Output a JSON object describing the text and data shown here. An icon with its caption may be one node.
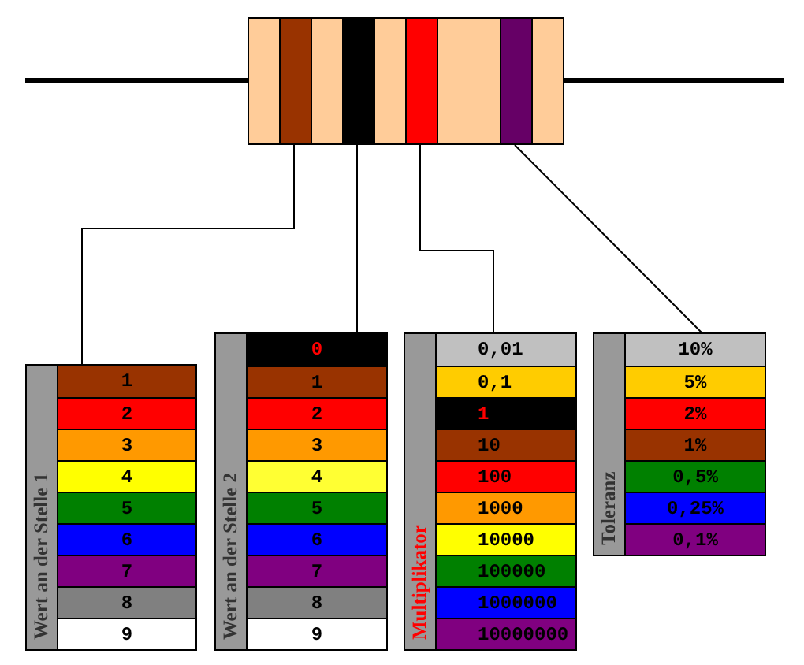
{
  "diagram": {
    "nodes": [
      {
        "text": [],
        "shape": "box"
      },
      {
        "text": [],
        "shape": "bar",
        "in": 0
      },
      {
        "text": [],
        "shape": "bar",
        "in": 0
      },
      {
        "text": [],
        "shape": "bar",
        "in": 0
      },
      {
        "text": [],
        "shape": "bar",
        "in": 0
      },
      {
        "text": [
          "Wert an der Stelle 1"
        ]
      },
      {
        "text": [
          "1"
        ],
        "in": 5
      },
      {
        "text": [
          "2"
        ],
        "in": 5
      },
      {
        "text": [
          "3"
        ],
        "in": 5
      },
      {
        "text": [
          "4"
        ],
        "in": 5
      },
      {
        "text": [
          "5"
        ],
        "in": 5
      },
      {
        "text": [
          "6"
        ],
        "in": 5
      },
      {
        "text": [
          "7"
        ],
        "in": 5
      },
      {
        "text": [
          "8"
        ],
        "in": 5
      },
      {
        "text": [
          "9"
        ],
        "in": 5
      },
      {
        "text": [
          "Wert an der Stelle 2"
        ]
      },
      {
        "text": [
          "0"
        ],
        "in": 15
      },
      {
        "text": [
          "1"
        ],
        "in": 15
      },
      {
        "text": [
          "2"
        ],
        "in": 15
      },
      {
        "text": [
          "3"
        ],
        "in": 15
      },
      {
        "text": [
          "4"
        ],
        "in": 15
      },
      {
        "text": [
          "5"
        ],
        "in": 15
      },
      {
        "text": [
          "6"
        ],
        "in": 15
      },
      {
        "text": [
          "7"
        ],
        "in": 15
      },
      {
        "text": [
          "8"
        ],
        "in": 15
      },
      {
        "text": [
          "9"
        ],
        "in": 15
      },
      {
        "text": [
          "Multiplikator"
        ]
      },
      {
        "text": [
          "0,01"
        ],
        "in": 26
      },
      {
        "text": [
          "0,1"
        ],
        "in": 26
      },
      {
        "text": [
          "1"
        ],
        "in": 26
      },
      {
        "text": [
          "10"
        ],
        "in": 26
      },
      {
        "text": [
          "100"
        ],
        "in": 26
      },
      {
        "text": [
          "1000"
        ],
        "in": 26
      },
      {
        "text": [
          "10000"
        ],
        "in": 26
      },
      {
        "text": [
          "100000"
        ],
        "in": 26
      },
      {
        "text": [
          "1000000"
        ],
        "in": 26
      },
      {
        "text": [
          "10000000"
        ],
        "in": 26
      },
      {
        "text": [
          "Toleranz"
        ]
      },
      {
        "text": [
          "10%"
        ],
        "in": 37
      },
      {
        "text": [
          "5%"
        ],
        "in": 37
      },
      {
        "text": [
          "2%"
        ],
        "in": 37
      },
      {
        "text": [
          "1%"
        ],
        "in": 37
      },
      {
        "text": [
          "0,5%"
        ],
        "in": 37
      },
      {
        "text": [
          "0,25%"
        ],
        "in": 37
      },
      {
        "text": [
          "0,1%"
        ],
        "in": 37
      }
    ],
    "edges": [
      {
        "from": 1,
        "to": 5,
        "arrow": "none"
      },
      {
        "from": 2,
        "to": 15,
        "arrow": "none"
      },
      {
        "from": 3,
        "to": 26,
        "arrow": "none"
      },
      {
        "from": 4,
        "to": 37,
        "arrow": "none"
      }
    ]
  }
}
